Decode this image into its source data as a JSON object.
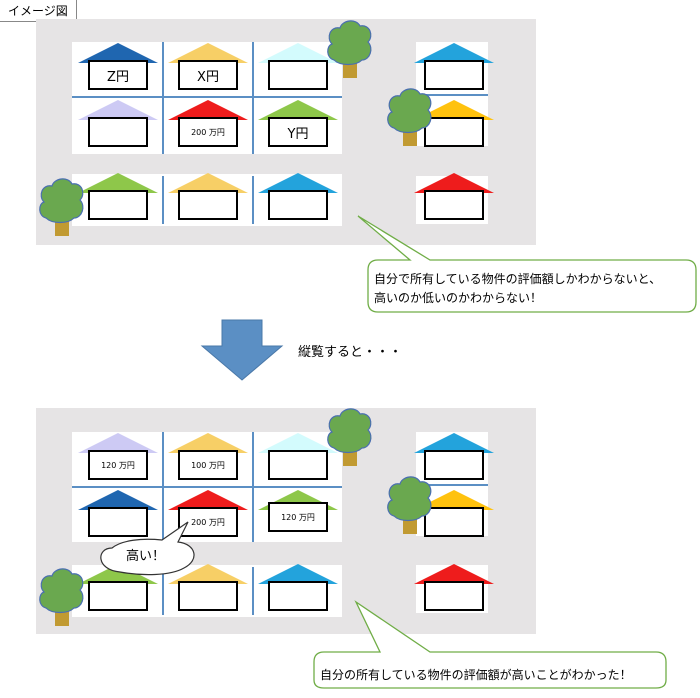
{
  "header": {
    "tag": "イメージ図"
  },
  "top": {
    "houses": {
      "z": "Z円",
      "x": "X円",
      "y": "Y円",
      "v200": "200 万円"
    },
    "callout": [
      "自分で所有している物件の評価額しかわからないと、",
      "高いのか低いのかわからない！"
    ]
  },
  "middle": {
    "label": "縦覧すると・・・"
  },
  "bottom": {
    "houses": {
      "v120a": "120 万円",
      "v100": "100 万円",
      "v200": "200 万円",
      "v120b": "120 万円"
    },
    "bubble": "高い！",
    "callout": "自分の所有している物件の評価額が高いことがわかった！"
  },
  "colors": {
    "panel": "#e6e4e5",
    "line": "#5b8fc4",
    "arrow": "#5b8fc4",
    "navy": "#1f66b0",
    "gold": "#f7cf66",
    "cyan": "#d3fbfd",
    "lavender": "#cdcaf4",
    "red": "#ee1c1c",
    "green": "#8ec74a",
    "blue": "#23a3dc",
    "orange": "#ffc20e",
    "tree": "#6aa84f",
    "trunk": "#c19a32"
  }
}
